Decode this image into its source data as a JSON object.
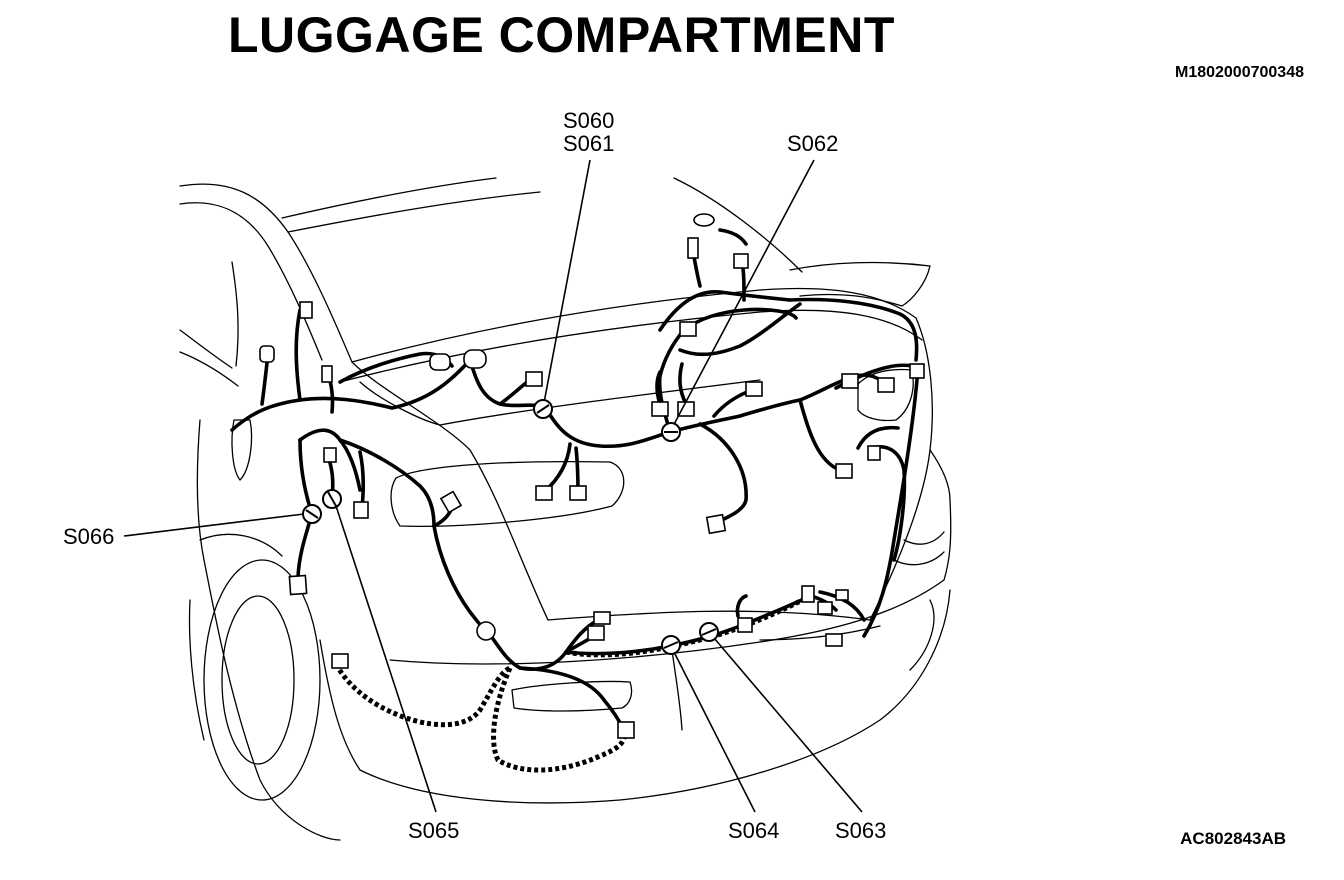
{
  "diagram": {
    "title": "LUGGAGE COMPARTMENT",
    "reference_top": "M1802000700348",
    "reference_bottom": "AC802843AB",
    "callouts": [
      {
        "id": "s060",
        "label": "S060"
      },
      {
        "id": "s061",
        "label": "S061"
      },
      {
        "id": "s062",
        "label": "S062"
      },
      {
        "id": "s063",
        "label": "S063"
      },
      {
        "id": "s064",
        "label": "S064"
      },
      {
        "id": "s065",
        "label": "S065"
      },
      {
        "id": "s066",
        "label": "S066"
      }
    ]
  }
}
